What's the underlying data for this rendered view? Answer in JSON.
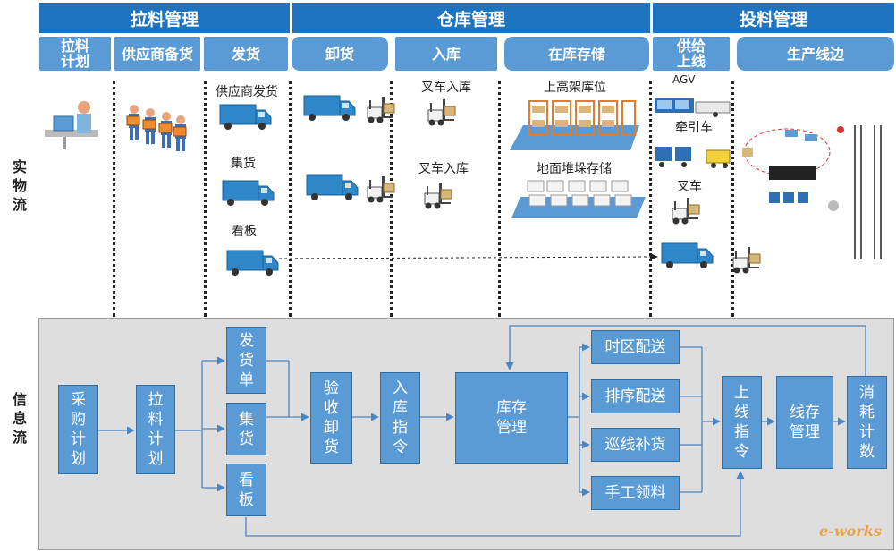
{
  "headers": [
    {
      "id": "pull",
      "label": "拉料管理"
    },
    {
      "id": "warehouse",
      "label": "仓库管理"
    },
    {
      "id": "feed",
      "label": "投料管理"
    }
  ],
  "stages": [
    {
      "id": "pull-plan",
      "label": "拉料计划"
    },
    {
      "id": "supplier-stock",
      "label": "供应商备货"
    },
    {
      "id": "shipping",
      "label": "发货"
    },
    {
      "id": "unload",
      "label": "卸货"
    },
    {
      "id": "inbound",
      "label": "入库"
    },
    {
      "id": "in-stock",
      "label": "在库存储"
    },
    {
      "id": "supply-line",
      "label": "供给上线"
    },
    {
      "id": "line-side",
      "label": "生产线边"
    }
  ],
  "side_labels": {
    "physical": "实物流",
    "info": "信息流"
  },
  "physical_labels": {
    "supplier_ship": "供应商发货",
    "consolidate": "集货",
    "kanban": "看板",
    "forklift_in_1": "叉车入库",
    "forklift_in_2": "叉车入库",
    "high_rack": "上高架库位",
    "floor_stack": "地面堆垛存储",
    "agv": "AGV",
    "tractor": "牵引车",
    "forklift": "叉车"
  },
  "info_boxes": {
    "purchase_plan": "采购计划",
    "pull_plan": "拉料计划",
    "ship_note": "发货单",
    "consolidate": "集货",
    "kanban": "看板",
    "receive_unload": "验收卸货",
    "inbound_cmd": "入库指令",
    "inventory_mgmt": "库存管理",
    "time_zone_delivery": "时区配送",
    "sequence_delivery": "排序配送",
    "patrol_replenish": "巡线补货",
    "manual_pick": "手工领料",
    "online_cmd": "上线指令",
    "line_stock_mgmt": "线存管理",
    "consumption_count": "消耗计数"
  },
  "watermark": "e-works",
  "colors": {
    "header": "#1f74bf",
    "stage": "#5b9bd5",
    "box": "#5b9bd5",
    "arrow": "#4a86c5"
  }
}
